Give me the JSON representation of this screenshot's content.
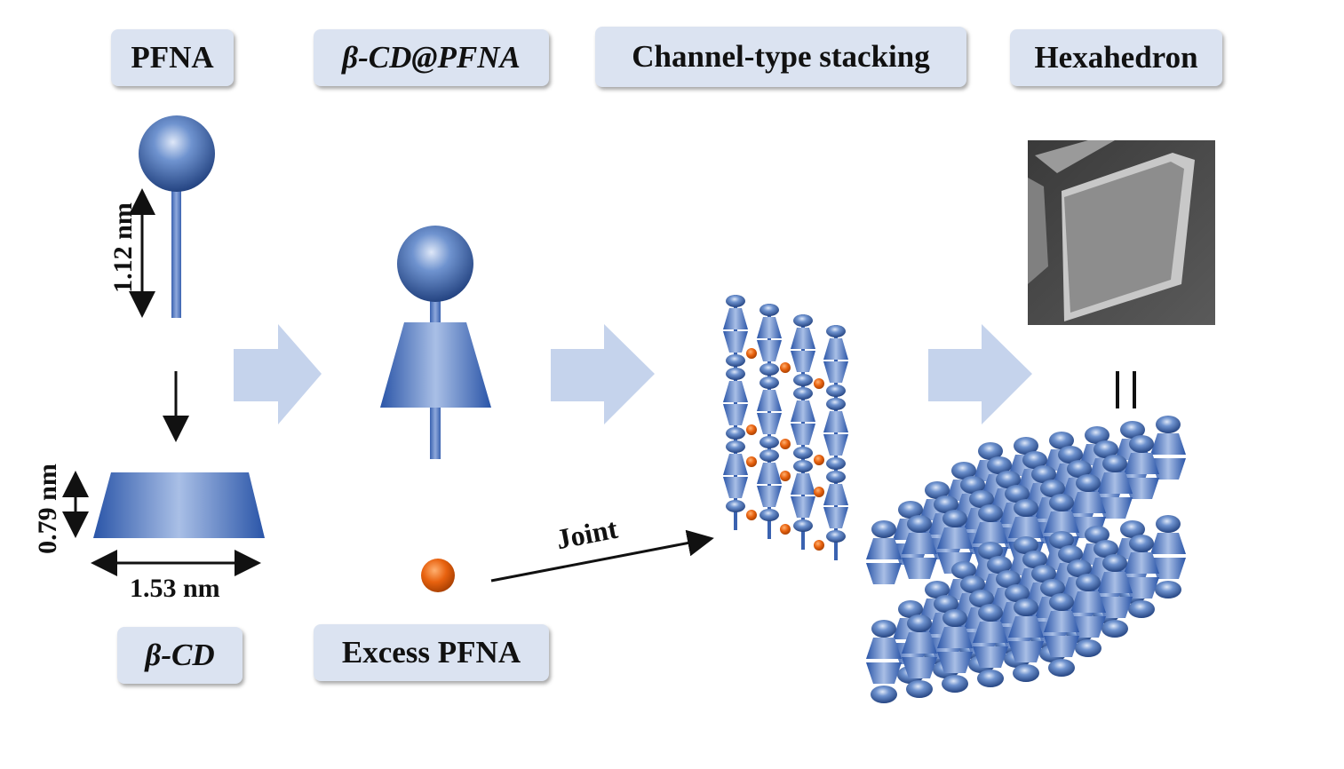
{
  "labels": {
    "pfna": "PFNA",
    "complex": "β-CD@PFNA",
    "stacking": "Channel-type stacking",
    "hexahedron": "Hexahedron",
    "beta_cd": "β-CD",
    "excess": "Excess PFNA"
  },
  "dimensions": {
    "pfna_length": "1.12 nm",
    "cd_height": "0.79 nm",
    "cd_width": "1.53 nm"
  },
  "annotations": {
    "joint": "Joint"
  },
  "colors": {
    "label_bg": "#dbe3f1",
    "molecule_blue": "#3d66b5",
    "joint_orange": "#e8620f",
    "arrow_fill": "#c5d3ec",
    "sem_gray": "#6f6f6f"
  },
  "icons": {
    "sem_image": "sem-micrograph-hexahedron-crystal",
    "equals": "vertical-equals-sign"
  }
}
